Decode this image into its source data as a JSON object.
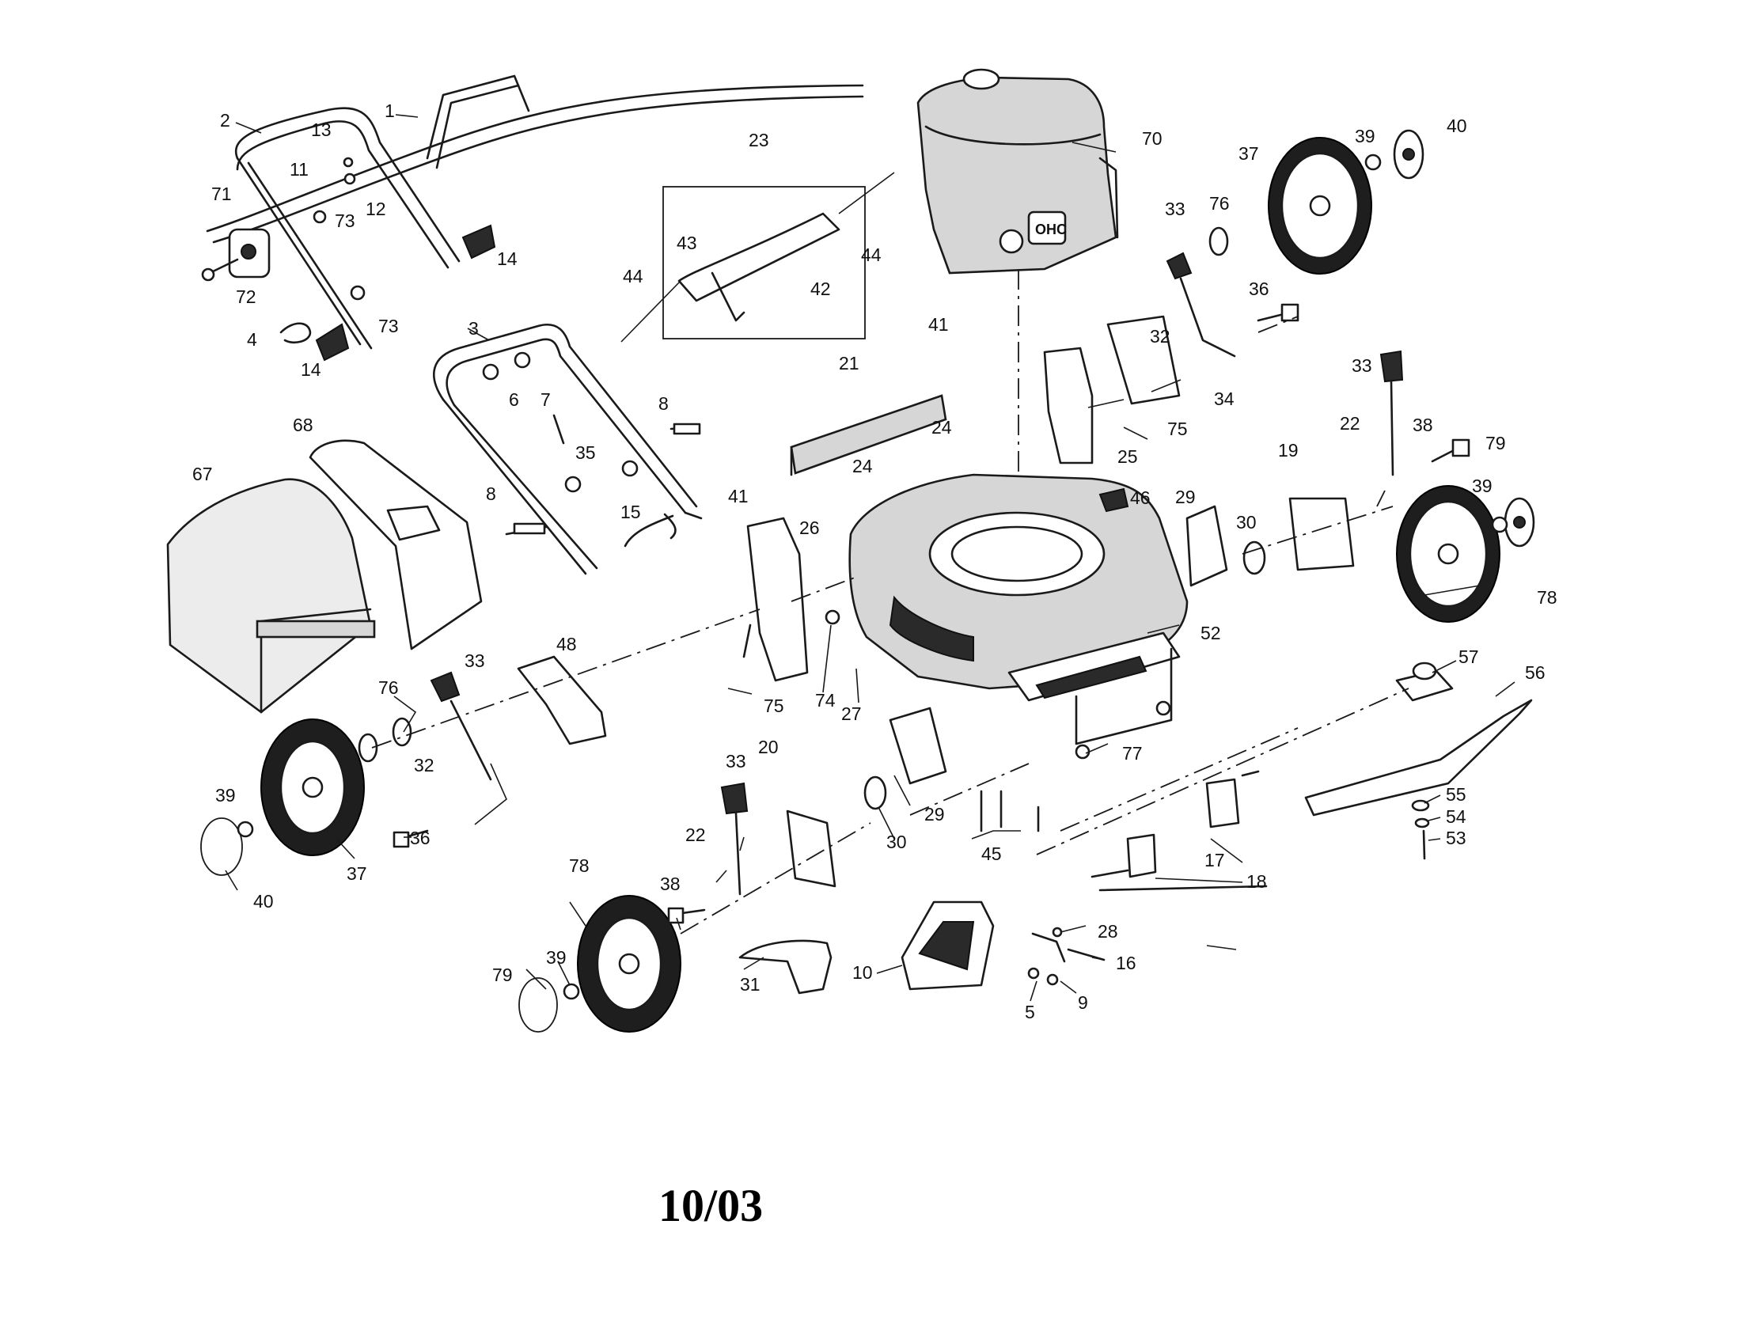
{
  "date_code": "10/03",
  "callouts": [
    {
      "id": "c1",
      "text": "1"
    },
    {
      "id": "c2",
      "text": "2"
    },
    {
      "id": "c3",
      "text": "3"
    },
    {
      "id": "c4",
      "text": "4"
    },
    {
      "id": "c5",
      "text": "5"
    },
    {
      "id": "c6",
      "text": "6"
    },
    {
      "id": "c7",
      "text": "7"
    },
    {
      "id": "c8a",
      "text": "8"
    },
    {
      "id": "c8b",
      "text": "8"
    },
    {
      "id": "c9",
      "text": "9"
    },
    {
      "id": "c10",
      "text": "10"
    },
    {
      "id": "c11",
      "text": "11"
    },
    {
      "id": "c12",
      "text": "12"
    },
    {
      "id": "c13",
      "text": "13"
    },
    {
      "id": "c14a",
      "text": "14"
    },
    {
      "id": "c14b",
      "text": "14"
    },
    {
      "id": "c15",
      "text": "15"
    },
    {
      "id": "c16",
      "text": "16"
    },
    {
      "id": "c17",
      "text": "17"
    },
    {
      "id": "c18",
      "text": "18"
    },
    {
      "id": "c19",
      "text": "19"
    },
    {
      "id": "c20",
      "text": "20"
    },
    {
      "id": "c21",
      "text": "21"
    },
    {
      "id": "c22a",
      "text": "22"
    },
    {
      "id": "c22b",
      "text": "22"
    },
    {
      "id": "c23",
      "text": "23"
    },
    {
      "id": "c24a",
      "text": "24"
    },
    {
      "id": "c24b",
      "text": "24"
    },
    {
      "id": "c25",
      "text": "25"
    },
    {
      "id": "c26",
      "text": "26"
    },
    {
      "id": "c27",
      "text": "27"
    },
    {
      "id": "c28",
      "text": "28"
    },
    {
      "id": "c29a",
      "text": "29"
    },
    {
      "id": "c29b",
      "text": "29"
    },
    {
      "id": "c30a",
      "text": "30"
    },
    {
      "id": "c30b",
      "text": "30"
    },
    {
      "id": "c31",
      "text": "31"
    },
    {
      "id": "c32a",
      "text": "32"
    },
    {
      "id": "c32b",
      "text": "32"
    },
    {
      "id": "c33a",
      "text": "33"
    },
    {
      "id": "c33b",
      "text": "33"
    },
    {
      "id": "c33c",
      "text": "33"
    },
    {
      "id": "c33d",
      "text": "33"
    },
    {
      "id": "c34",
      "text": "34"
    },
    {
      "id": "c35",
      "text": "35"
    },
    {
      "id": "c36a",
      "text": "36"
    },
    {
      "id": "c36b",
      "text": "36"
    },
    {
      "id": "c37a",
      "text": "37"
    },
    {
      "id": "c37b",
      "text": "37"
    },
    {
      "id": "c38a",
      "text": "38"
    },
    {
      "id": "c38b",
      "text": "38"
    },
    {
      "id": "c39a",
      "text": "39"
    },
    {
      "id": "c39b",
      "text": "39"
    },
    {
      "id": "c39c",
      "text": "39"
    },
    {
      "id": "c39d",
      "text": "39"
    },
    {
      "id": "c40a",
      "text": "40"
    },
    {
      "id": "c40b",
      "text": "40"
    },
    {
      "id": "c41a",
      "text": "41"
    },
    {
      "id": "c41b",
      "text": "41"
    },
    {
      "id": "c42",
      "text": "42"
    },
    {
      "id": "c43",
      "text": "43"
    },
    {
      "id": "c44a",
      "text": "44"
    },
    {
      "id": "c44b",
      "text": "44"
    },
    {
      "id": "c45",
      "text": "45"
    },
    {
      "id": "c46",
      "text": "46"
    },
    {
      "id": "c48",
      "text": "48"
    },
    {
      "id": "c52",
      "text": "52"
    },
    {
      "id": "c53",
      "text": "53"
    },
    {
      "id": "c54",
      "text": "54"
    },
    {
      "id": "c55",
      "text": "55"
    },
    {
      "id": "c56",
      "text": "56"
    },
    {
      "id": "c57",
      "text": "57"
    },
    {
      "id": "c67",
      "text": "67"
    },
    {
      "id": "c68",
      "text": "68"
    },
    {
      "id": "c70",
      "text": "70"
    },
    {
      "id": "c71",
      "text": "71"
    },
    {
      "id": "c72",
      "text": "72"
    },
    {
      "id": "c73a",
      "text": "73"
    },
    {
      "id": "c73b",
      "text": "73"
    },
    {
      "id": "c74",
      "text": "74"
    },
    {
      "id": "c75a",
      "text": "75"
    },
    {
      "id": "c75b",
      "text": "75"
    },
    {
      "id": "c76a",
      "text": "76"
    },
    {
      "id": "c76b",
      "text": "76"
    },
    {
      "id": "c77",
      "text": "77"
    },
    {
      "id": "c78a",
      "text": "78"
    },
    {
      "id": "c78b",
      "text": "78"
    },
    {
      "id": "c79a",
      "text": "79"
    },
    {
      "id": "c79b",
      "text": "79"
    }
  ]
}
